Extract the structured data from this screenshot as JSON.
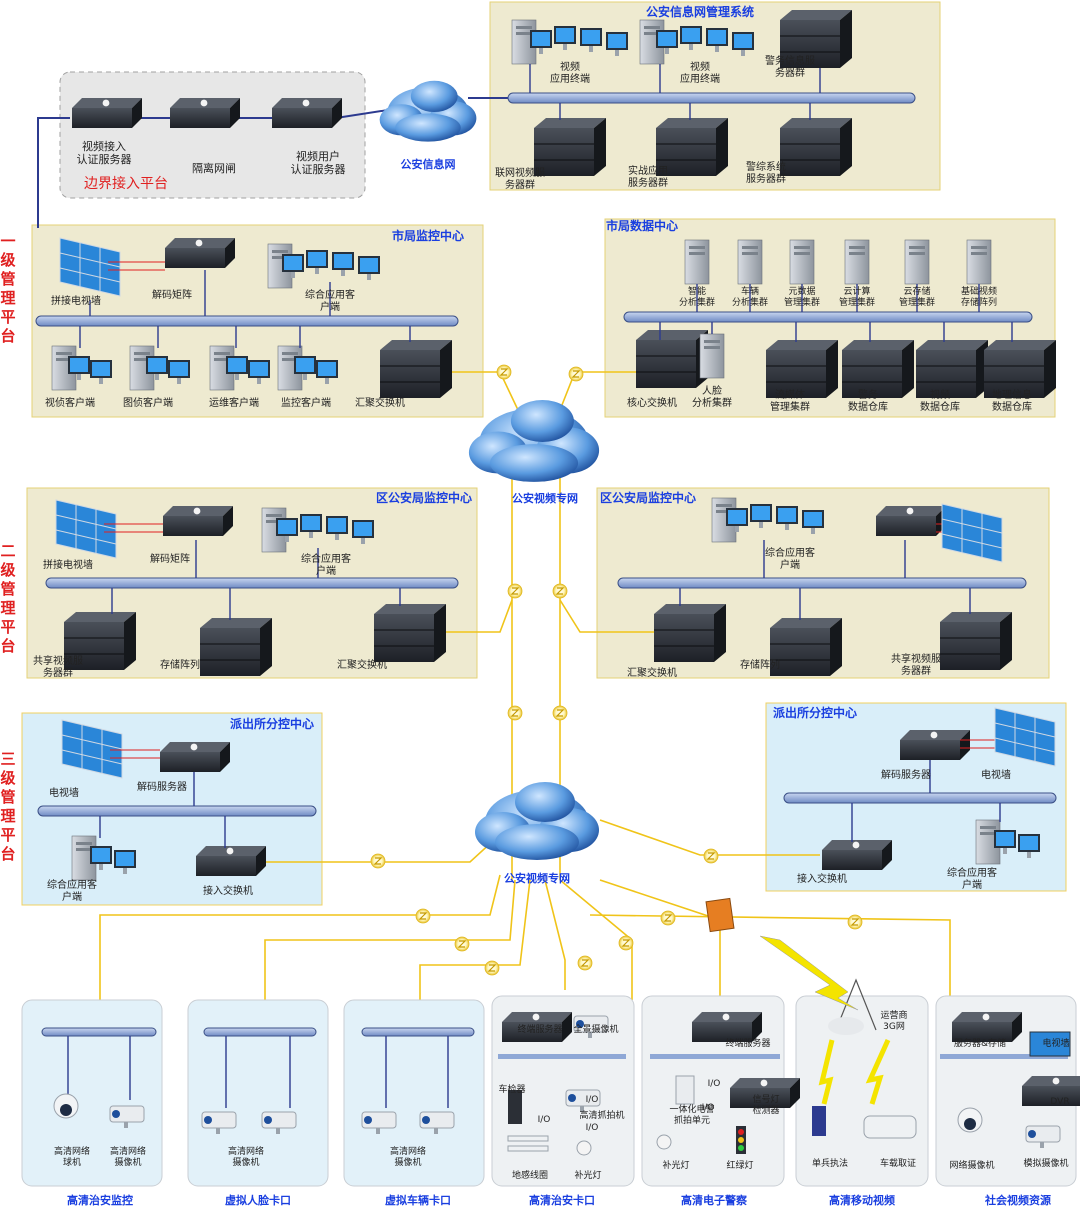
{
  "tiers": [
    "一级管理平台",
    "二级管理平台",
    "三级管理平台"
  ],
  "colors": {
    "panel": "#eeead0",
    "panel_blue": "#d9eef9",
    "panel_grey": "#eef1f3",
    "bus": "#8fa8d6",
    "bus_stroke": "#3a4f86",
    "line_blue": "#2c3a8f",
    "line_yellow": "#f0c419",
    "title_blue": "#1a3fe0",
    "tier_red": "#e02020",
    "device_dark": "#2b2f36",
    "screen": "#3aa0f0",
    "cloud": "#4d8fd8"
  },
  "border": {
    "title": "边界接入平台",
    "devices": [
      "视频接入\n认证服务器",
      "隔离网闸",
      "视频用户\n认证服务器"
    ]
  },
  "clouds": {
    "top": "公安信息网",
    "mid": "公安视频专网",
    "low": "公安视频专网"
  },
  "info_system": {
    "title": "公安信息网管理系统",
    "top": [
      "视频\n应用终端",
      "视频\n应用终端",
      "警务信息服\n务器群"
    ],
    "bottom": [
      "联网视频服\n务器群",
      "实战应用\n服务器群",
      "警综系统\n服务器群"
    ]
  },
  "city_monitor": {
    "title": "市局监控中心",
    "top": [
      "拼接电视墙",
      "解码矩阵",
      "综合应用客\n户端"
    ],
    "bottom": [
      "视侦客户端",
      "图侦客户端",
      "运维客户端",
      "监控客户端",
      "汇聚交换机"
    ]
  },
  "city_data": {
    "title": "市局数据中心",
    "top": [
      "智能\n分析集群",
      "车辆\n分析集群",
      "元数据\n管理集群",
      "云计算\n管理集群",
      "云存储\n管理集群",
      "基础视频\n存储阵列"
    ],
    "bottom": [
      "核心交换机",
      "人脸\n分析集群",
      "流媒体\n管理集群",
      "警务\n数据仓库",
      "视频\n数据仓库",
      "地理信息\n数据仓库"
    ]
  },
  "district_left": {
    "title": "区公安局监控中心",
    "top": [
      "拼接电视墙",
      "解码矩阵",
      "综合应用客\n户端"
    ],
    "bottom": [
      "共享视频服\n务器群",
      "存储阵列",
      "汇聚交换机"
    ]
  },
  "district_right": {
    "title": "区公安局监控中心",
    "top": [
      "综合应用客\n户端"
    ],
    "bottom": [
      "汇聚交换机",
      "存储阵列",
      "共享视频服\n务器群"
    ]
  },
  "station_left": {
    "title": "派出所分控中心",
    "items": [
      "电视墙",
      "解码服务器",
      "综合应用客\n户端",
      "接入交换机"
    ]
  },
  "station_right": {
    "title": "派出所分控中心",
    "items": [
      "解码服务器",
      "电视墙",
      "接入交换机",
      "综合应用客\n户端"
    ]
  },
  "front": [
    {
      "title": "高清治安监控",
      "items": [
        "高清网络\n球机",
        "高清网络\n摄像机"
      ]
    },
    {
      "title": "虚拟人脸卡口",
      "items": [
        "高清网络\n摄像机"
      ]
    },
    {
      "title": "虚拟车辆卡口",
      "items": [
        "高清网络\n摄像机"
      ]
    },
    {
      "title": "高清治安卡口",
      "items": [
        "终端服务器",
        "全景摄像机",
        "车检器",
        "高清抓拍机",
        "地感线圈",
        "补光灯",
        "I/O",
        "I/O",
        "I/O"
      ]
    },
    {
      "title": "高清电子警察",
      "items": [
        "终端服务器",
        "一体化电警\n抓拍单元",
        "信号灯\n检测器",
        "补光灯",
        "红绿灯",
        "I/O",
        "I/O"
      ]
    },
    {
      "title": "高清移动视频",
      "items": [
        "运营商\n3G网",
        "单兵执法",
        "车载取证"
      ]
    },
    {
      "title": "社会视频资源",
      "items": [
        "服务器&存储",
        "电视墙",
        "网络摄像机",
        "模拟摄像机",
        "DVR"
      ]
    }
  ]
}
